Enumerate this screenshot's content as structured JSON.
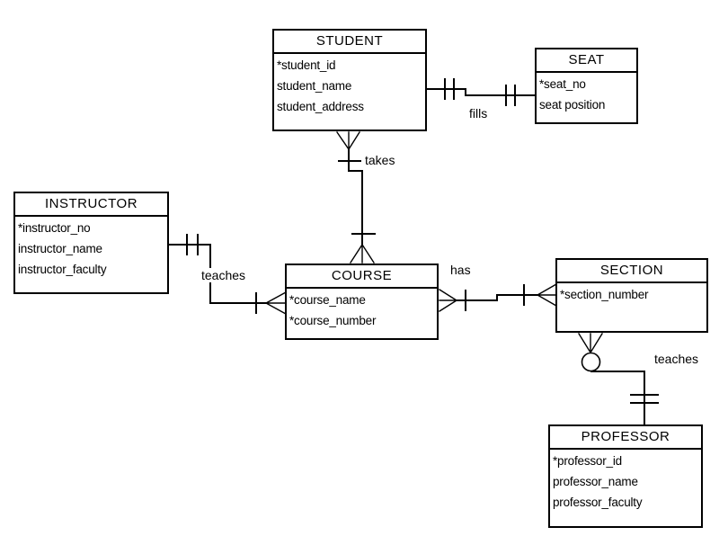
{
  "colors": {
    "line": "#000000",
    "background": "#ffffff",
    "text": "#000000"
  },
  "entities": [
    {
      "name": "STUDENT",
      "attributes": [
        "*student_id",
        "student_name",
        "student_address"
      ]
    },
    {
      "name": "SEAT",
      "attributes": [
        "*seat_no",
        "seat position"
      ]
    },
    {
      "name": "INSTRUCTOR",
      "attributes": [
        "*instructor_no",
        "instructor_name",
        "instructor_faculty"
      ]
    },
    {
      "name": "COURSE",
      "attributes": [
        "*course_name",
        "*course_number"
      ]
    },
    {
      "name": "SECTION",
      "attributes": [
        "*section_number"
      ]
    },
    {
      "name": "PROFESSOR",
      "attributes": [
        "*professor_id",
        "professor_name",
        "professor_faculty"
      ]
    }
  ],
  "relationships": [
    {
      "label": "fills",
      "from": "STUDENT",
      "to": "SEAT",
      "from_end": "one (double tick)",
      "to_end": "one (double tick)"
    },
    {
      "label": "takes",
      "from": "STUDENT",
      "to": "COURSE",
      "from_end": "many (crow's foot) with tick",
      "to_end": "many (crow's foot) with tick"
    },
    {
      "label": "teaches",
      "from": "INSTRUCTOR",
      "to": "COURSE",
      "from_end": "one (double tick)",
      "to_end": "many (tick + crow's foot)"
    },
    {
      "label": "has",
      "from": "COURSE",
      "to": "SECTION",
      "from_end": "many (crow's foot + tick)",
      "to_end": "many (tick + crow's foot)"
    },
    {
      "label": "teaches",
      "from": "SECTION",
      "to": "PROFESSOR",
      "from_end": "many optional (crow's foot + circle)",
      "to_end": "one (double tick)"
    }
  ]
}
